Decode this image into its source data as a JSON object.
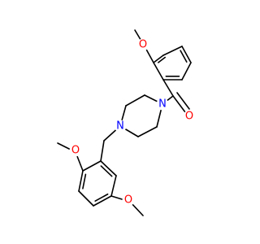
{
  "molecule": {
    "colors": {
      "bond": "#000000",
      "oxygen": "#ff0000",
      "nitrogen": "#0000ff"
    },
    "atoms": [
      {
        "id": "o_ketone",
        "label": "O",
        "element": "oxygen"
      },
      {
        "id": "o_methoxy_top",
        "label": "O",
        "element": "oxygen"
      },
      {
        "id": "o_methoxy_left",
        "label": "O",
        "element": "oxygen"
      },
      {
        "id": "o_methoxy_bottom",
        "label": "O",
        "element": "oxygen"
      },
      {
        "id": "n_amide",
        "label": "N",
        "element": "nitrogen"
      },
      {
        "id": "n_benzyl",
        "label": "N",
        "element": "nitrogen"
      }
    ]
  }
}
